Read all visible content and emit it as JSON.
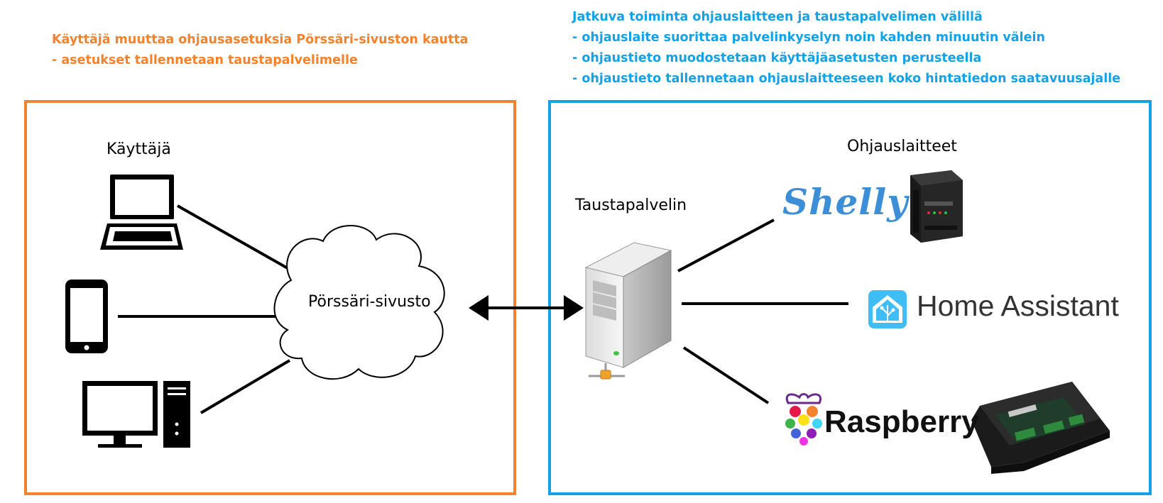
{
  "notes": {
    "left": [
      "Käyttäjä muuttaa ohjausasetuksia Pörssäri-sivuston kautta",
      "- asetukset tallennetaan taustapalvelimelle"
    ],
    "right": [
      "Jatkuva toiminta ohjauslaitteen ja taustapalvelimen välillä",
      "- ohjauslaite suorittaa palvelinkyselyn noin kahden minuutin välein",
      "- ohjaustieto muodostetaan käyttäjäasetusten perusteella",
      "- ohjaustieto tallennetaan ohjauslaitteeseen koko hintatiedon saatavuusajalle"
    ]
  },
  "labels": {
    "user": "Käyttäjä",
    "cloud": "Pörssäri-sivusto",
    "server": "Taustapalvelin",
    "devices": "Ohjauslaitteet"
  },
  "brands": {
    "shelly": "Shelly",
    "home_assistant": "Home Assistant",
    "raspberry": "Raspberry"
  },
  "icons": {
    "user_devices": [
      "laptop-icon",
      "smartphone-icon",
      "desktop-computer-icon"
    ],
    "server": "server-tower-icon",
    "cloud": "cloud-icon",
    "link": "double-arrow-icon",
    "controllers": [
      "shelly-pro-device-icon",
      "home-assistant-logo-icon",
      "raspberry-pi-logo-icon",
      "relay-board-icon"
    ]
  },
  "colors": {
    "left_accent": "#F4822C",
    "right_accent": "#14A2E6",
    "shelly_blue": "#3C8FD6",
    "home_assistant_blue": "#41BDF5"
  }
}
